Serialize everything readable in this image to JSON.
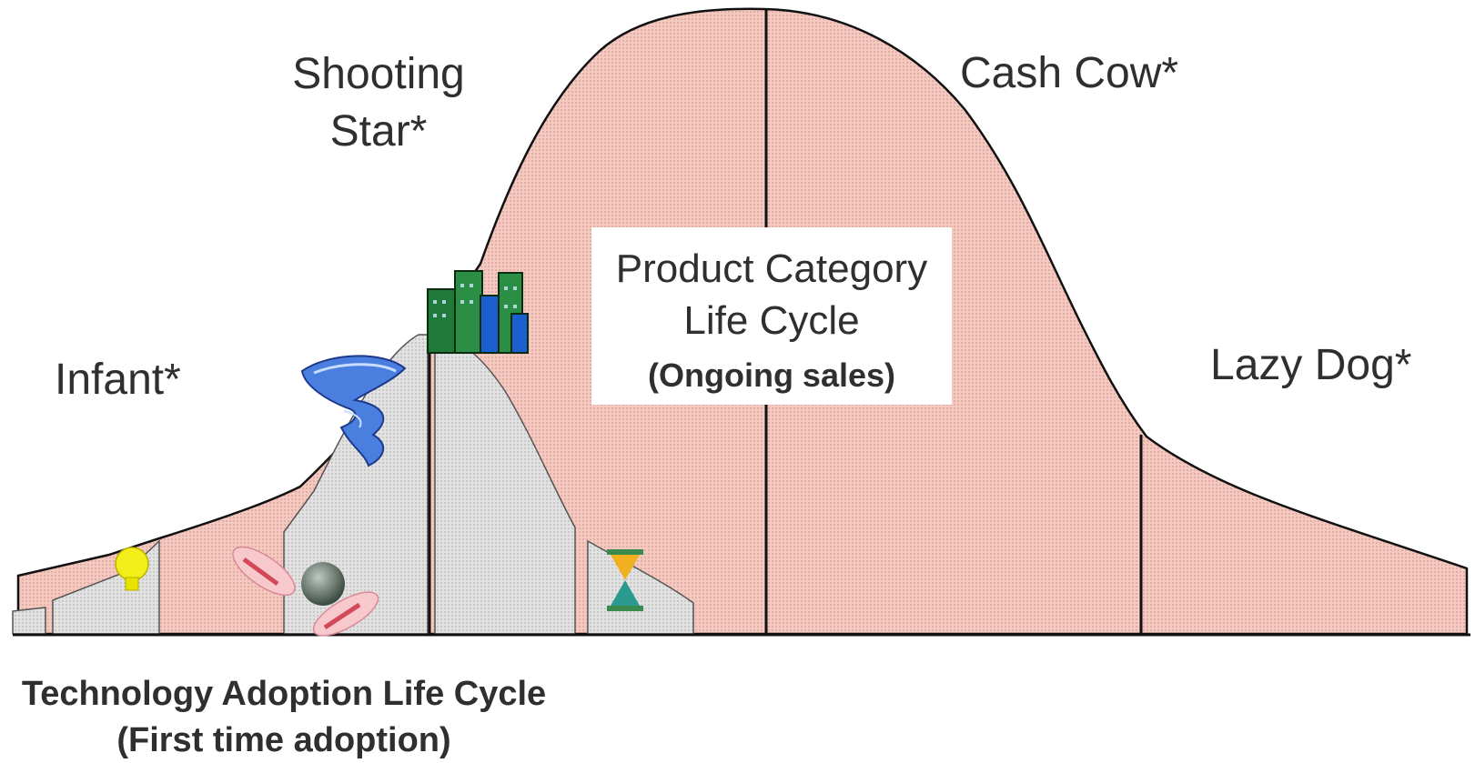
{
  "stages": {
    "infant": "Infant*",
    "shooting_star_line1": "Shooting",
    "shooting_star_line2": "Star*",
    "cash_cow": "Cash Cow*",
    "lazy_dog": "Lazy Dog*"
  },
  "product_category": {
    "line1": "Product Category",
    "line2": "Life Cycle",
    "line3": "(Ongoing sales)"
  },
  "technology_adoption": {
    "line1": "Technology Adoption Life Cycle",
    "line2": "(First time adoption)"
  },
  "icons": [
    "lightbulb-icon",
    "bowling-icon",
    "tornado-icon",
    "city-buildings-icon",
    "hourglass-icon"
  ],
  "colors": {
    "product_curve_fill": "#f6c9c0",
    "tech_curve_fill": "#dcdcdc",
    "outline": "#111111",
    "text": "#2f2f2f"
  }
}
